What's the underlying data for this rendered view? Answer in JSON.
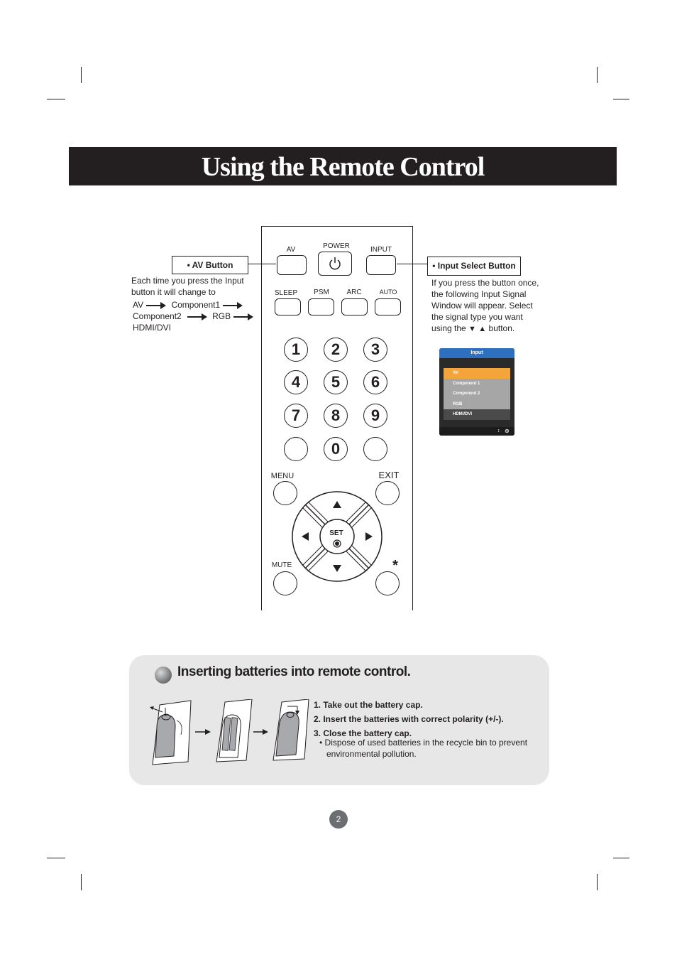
{
  "header": {
    "title": "Using the Remote Control"
  },
  "remote": {
    "buttons": {
      "av": "AV",
      "power": "POWER",
      "input": "INPUT",
      "sleep": "SLEEP",
      "psm": "PSM",
      "arc": "ARC",
      "auto": "AUTO",
      "menu": "MENU",
      "exit": "EXIT",
      "mute": "MUTE",
      "star": "*",
      "set": "SET"
    },
    "numbers": [
      "1",
      "2",
      "3",
      "4",
      "5",
      "6",
      "7",
      "8",
      "9",
      "0"
    ]
  },
  "av_callout": {
    "label": "• AV Button",
    "text_line1": "Each time you press the Input",
    "text_line2": "button it will change to",
    "seq": [
      "AV",
      "Component1",
      "Component2",
      "RGB",
      "HDMI/DVI"
    ]
  },
  "input_callout": {
    "label": "• Input Select Button",
    "lines": [
      "If you press the button once,",
      "the following Input Signal",
      "Window will appear. Select",
      "the signal type you want"
    ],
    "last_pre": "using the",
    "last_post": "button."
  },
  "osd": {
    "title": "Input",
    "items": [
      "AV",
      "Component 1",
      "Component 2",
      "RGB",
      "HDMI/DVI"
    ],
    "selected": "AV",
    "colors": {
      "title_bar": "#2f6fbf",
      "selected": "#f3a43a"
    }
  },
  "batteries": {
    "heading": "Inserting batteries into remote control.",
    "steps": [
      "1. Take out the battery cap.",
      "2. Insert the batteries with correct polarity (+/-).",
      "3. Close the battery cap."
    ],
    "note_line1": "• Dispose of used batteries in the recycle bin to prevent",
    "note_line2": "environmental pollution."
  },
  "page_number": "2"
}
